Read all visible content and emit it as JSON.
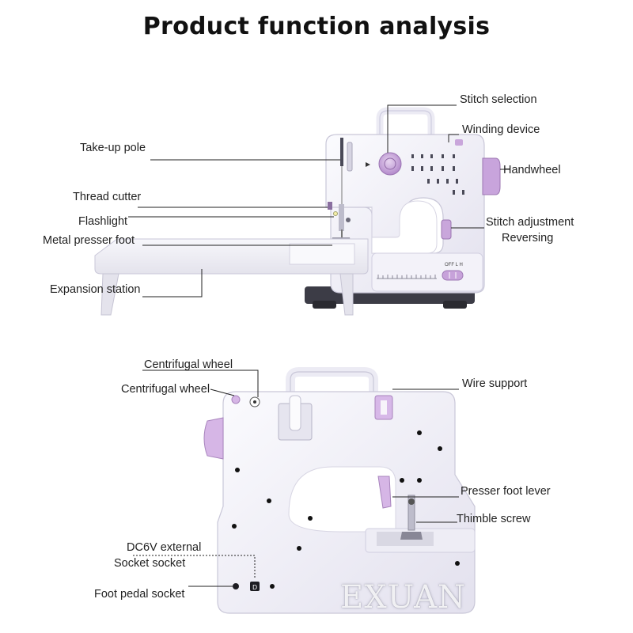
{
  "title": "Product function analysis",
  "top_figure": {
    "labels": {
      "stitch_selection": "Stitch selection",
      "winding_device": "Winding device",
      "take_up_pole": "Take-up pole",
      "handwheel": "Handwheel",
      "thread_cutter": "Thread cutter",
      "stitch_adjustment": "Stitch adjustment",
      "flashlight": "Flashlight",
      "reversing": "Reversing",
      "metal_presser_foot": "Metal presser foot",
      "expansion_station": "Expansion station"
    },
    "switch_text": "OFF L H"
  },
  "bottom_figure": {
    "labels": {
      "centrifugal_wheel_1": "Centrifugal wheel",
      "centrifugal_wheel_2": "Centrifugal wheel",
      "wire_support": "Wire support",
      "presser_foot_lever": "Presser foot lever",
      "thimble_screw": "Thimble screw",
      "dc6v_external_line1": "DC6V external",
      "dc6v_external_line2": "Socket socket",
      "foot_pedal_socket": "Foot pedal socket"
    }
  },
  "watermark": "EXUAN",
  "colors": {
    "accent_lilac": "#b98fcf",
    "body_white": "#f2f1f8",
    "line": "#222222"
  }
}
